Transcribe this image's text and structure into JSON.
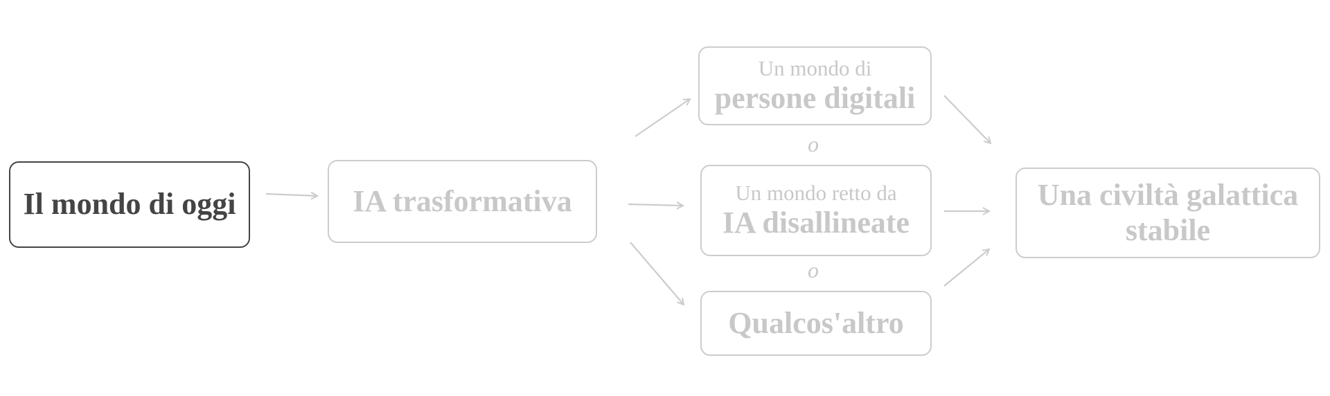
{
  "diagram": {
    "nodes": [
      {
        "id": "today",
        "title": "Il mondo di oggi",
        "state": "active"
      },
      {
        "id": "tai",
        "title": "IA trasformativa",
        "state": "muted"
      },
      {
        "id": "digital",
        "subtitle": "Un mondo di",
        "title": "persone digitali",
        "state": "muted"
      },
      {
        "id": "misaligned",
        "subtitle": "Un mondo retto da",
        "title": "IA disallineate",
        "state": "muted"
      },
      {
        "id": "other",
        "title": "Qualcos'altro",
        "state": "muted"
      },
      {
        "id": "galactic",
        "title": "Una civiltà galattica stabile",
        "state": "muted"
      }
    ],
    "separators": [
      "o",
      "o"
    ],
    "edges": [
      [
        "today",
        "tai"
      ],
      [
        "tai",
        "digital"
      ],
      [
        "tai",
        "misaligned"
      ],
      [
        "tai",
        "other"
      ],
      [
        "digital",
        "galactic"
      ],
      [
        "misaligned",
        "galactic"
      ],
      [
        "other",
        "galactic"
      ]
    ],
    "colors": {
      "active": "#444444",
      "muted": "#cccccc",
      "background": "#ffffff"
    }
  }
}
